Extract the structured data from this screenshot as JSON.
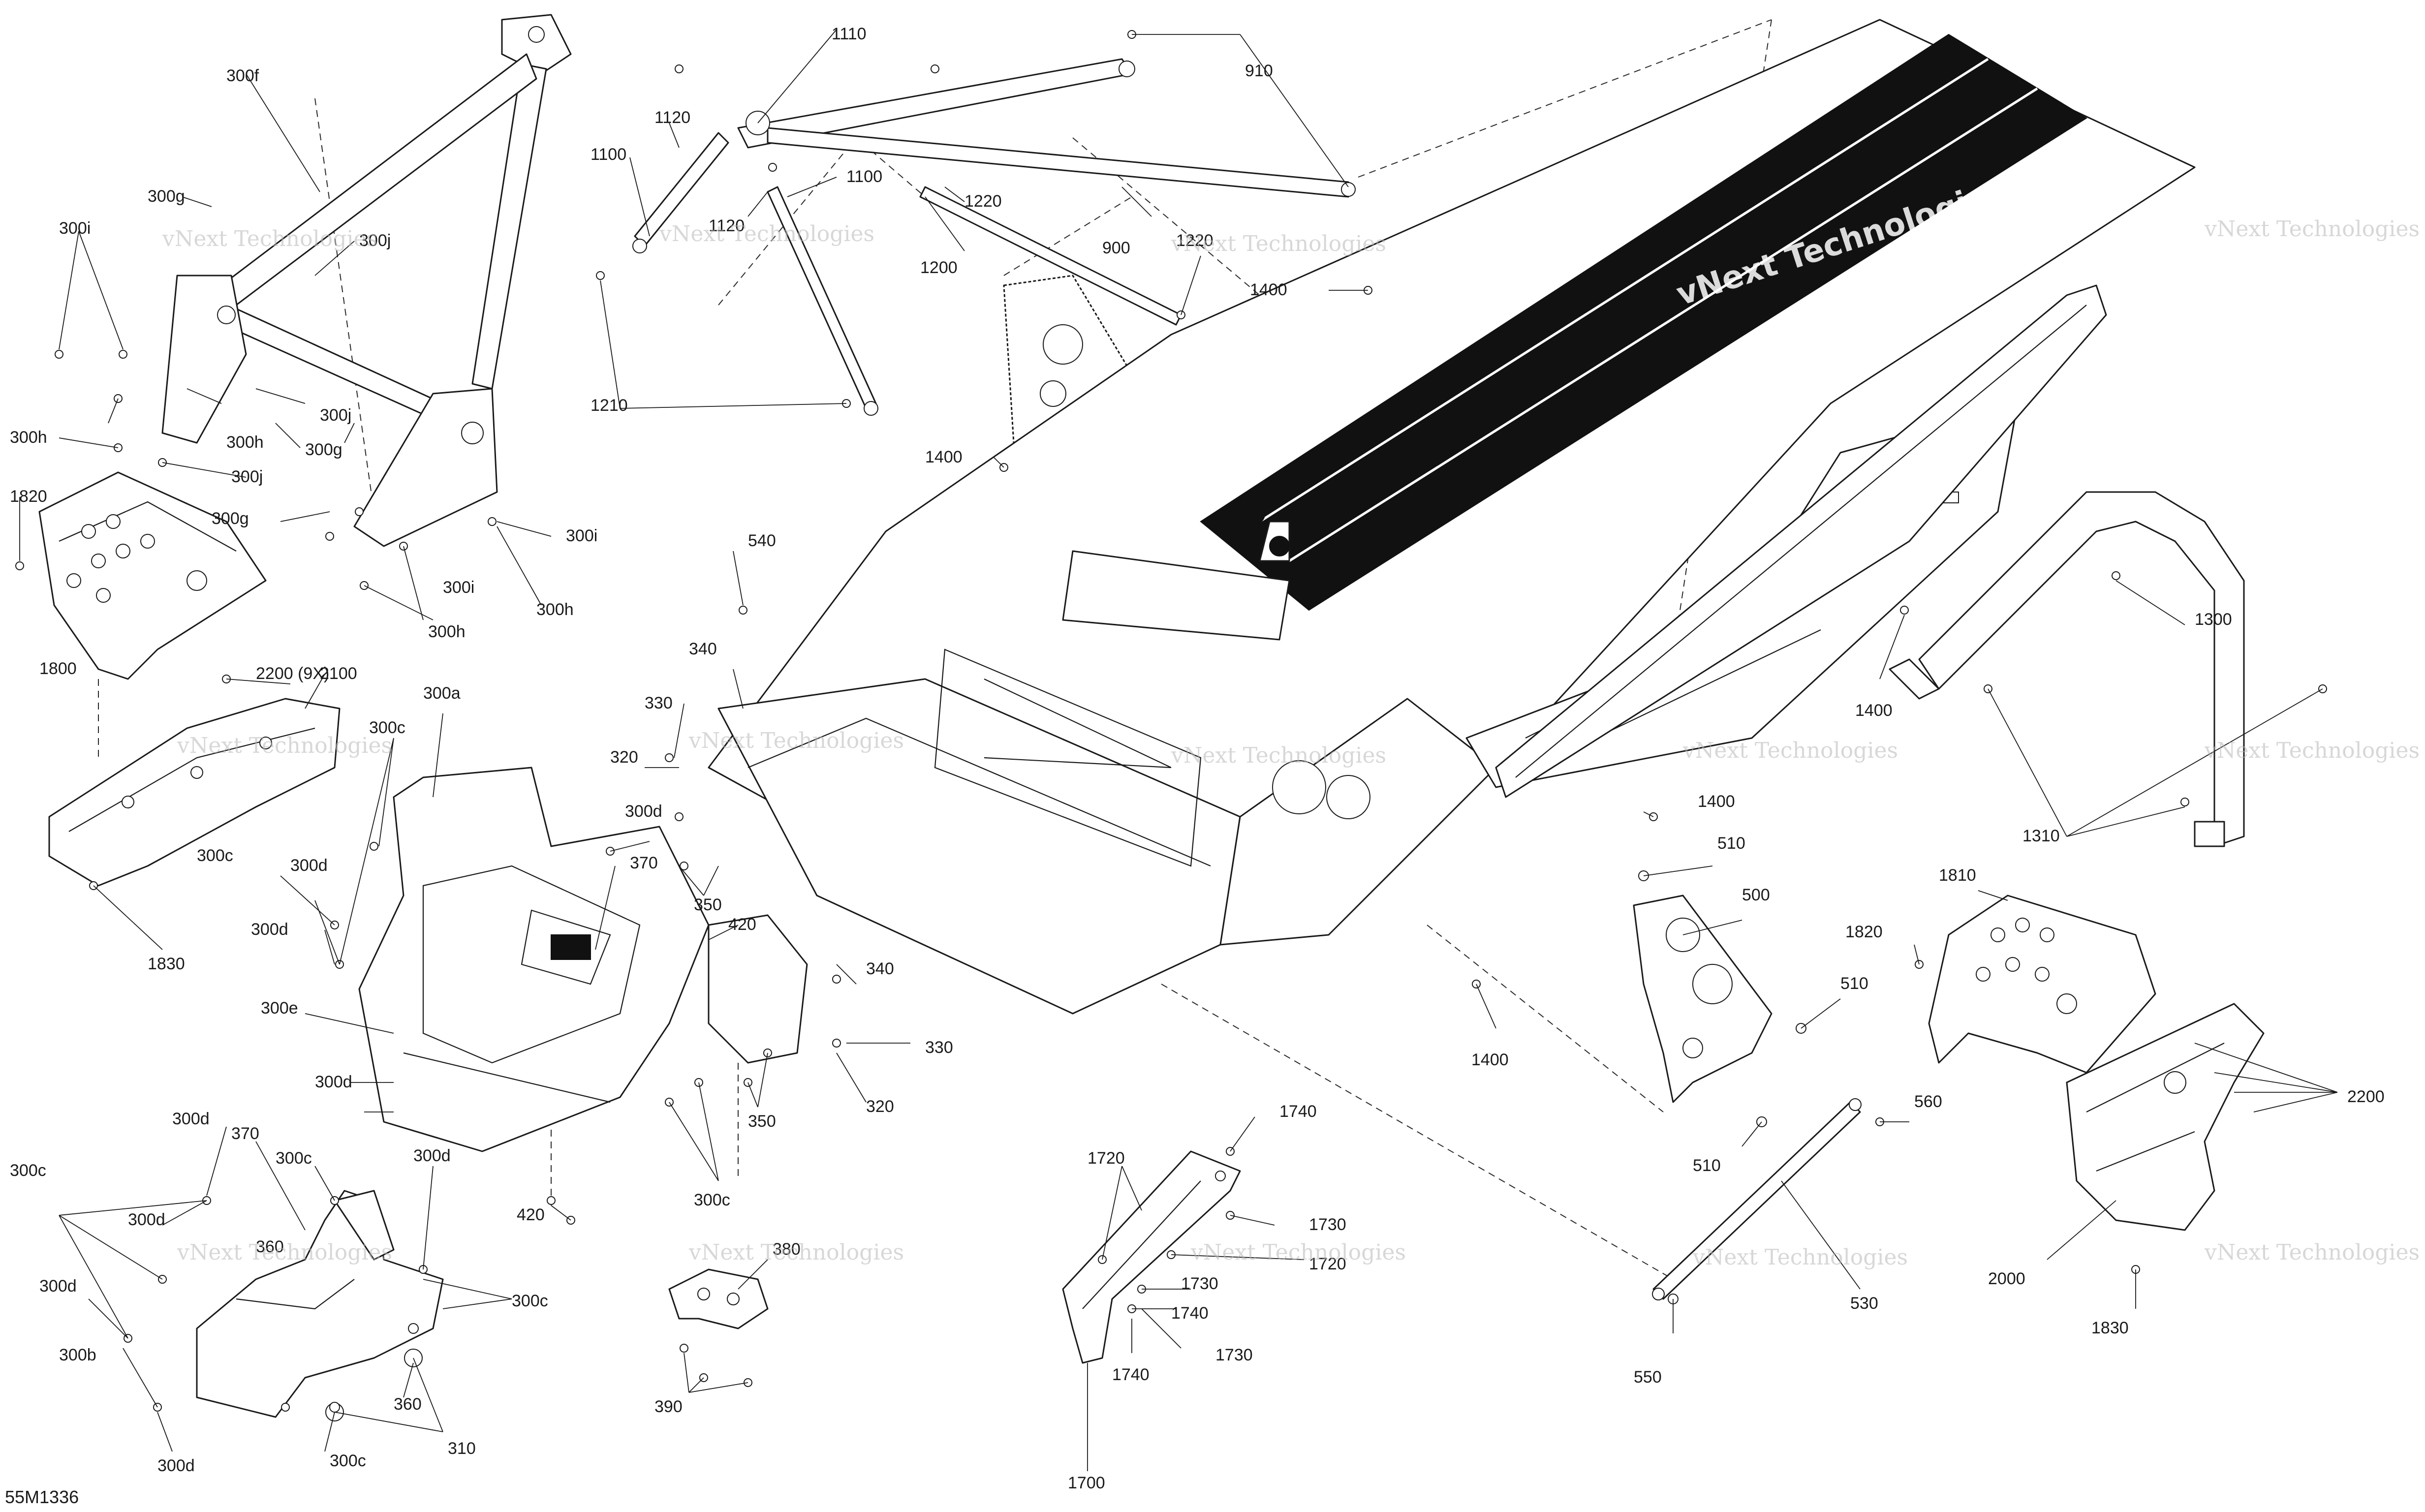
{
  "diagram_code": "55M1336",
  "watermark": {
    "label": "vNext Technologies"
  },
  "callouts": [
    {
      "id": "300f",
      "text": "300f"
    },
    {
      "id": "300g_a",
      "text": "300g"
    },
    {
      "id": "300i_a",
      "text": "300i"
    },
    {
      "id": "300j_a",
      "text": "300j"
    },
    {
      "id": "300h_a",
      "text": "300h"
    },
    {
      "id": "300h_b",
      "text": "300h"
    },
    {
      "id": "300j_b",
      "text": "300j"
    },
    {
      "id": "300g_b",
      "text": "300g"
    },
    {
      "id": "300j_c",
      "text": "300j"
    },
    {
      "id": "300g_c",
      "text": "300g"
    },
    {
      "id": "300i_b",
      "text": "300i"
    },
    {
      "id": "300i_c",
      "text": "300i"
    },
    {
      "id": "300h_c",
      "text": "300h"
    },
    {
      "id": "300h_d",
      "text": "300h"
    },
    {
      "id": "1820_a",
      "text": "1820"
    },
    {
      "id": "1800",
      "text": "1800"
    },
    {
      "id": "2200_9x",
      "text": "2200 (9X)"
    },
    {
      "id": "2100",
      "text": "2100"
    },
    {
      "id": "1830_a",
      "text": "1830"
    },
    {
      "id": "300a",
      "text": "300a"
    },
    {
      "id": "300c_a",
      "text": "300c"
    },
    {
      "id": "300c_b",
      "text": "300c"
    },
    {
      "id": "300d_a",
      "text": "300d"
    },
    {
      "id": "300d_b",
      "text": "300d"
    },
    {
      "id": "300e",
      "text": "300e"
    },
    {
      "id": "300d_c",
      "text": "300d"
    },
    {
      "id": "300d_d",
      "text": "300d"
    },
    {
      "id": "370_a",
      "text": "370"
    },
    {
      "id": "350_a",
      "text": "350"
    },
    {
      "id": "420_a",
      "text": "420"
    },
    {
      "id": "340_a",
      "text": "340"
    },
    {
      "id": "330_a",
      "text": "330"
    },
    {
      "id": "320_a",
      "text": "320"
    },
    {
      "id": "340_b",
      "text": "340"
    },
    {
      "id": "330_b",
      "text": "330"
    },
    {
      "id": "320_b",
      "text": "320"
    },
    {
      "id": "350_b",
      "text": "350"
    },
    {
      "id": "300c_c",
      "text": "300c"
    },
    {
      "id": "420_b",
      "text": "420"
    },
    {
      "id": "540",
      "text": "540"
    },
    {
      "id": "1110",
      "text": "1110"
    },
    {
      "id": "1120_a",
      "text": "1120"
    },
    {
      "id": "1100_a",
      "text": "1100"
    },
    {
      "id": "1120_b",
      "text": "1120"
    },
    {
      "id": "1100_b",
      "text": "1100"
    },
    {
      "id": "1220_a",
      "text": "1220"
    },
    {
      "id": "1200",
      "text": "1200"
    },
    {
      "id": "1220_b",
      "text": "1220"
    },
    {
      "id": "1210",
      "text": "1210"
    },
    {
      "id": "910",
      "text": "910"
    },
    {
      "id": "900",
      "text": "900"
    },
    {
      "id": "1400_a",
      "text": "1400"
    },
    {
      "id": "1400_b",
      "text": "1400"
    },
    {
      "id": "1400_c",
      "text": "1400"
    },
    {
      "id": "1400_d",
      "text": "1400"
    },
    {
      "id": "1400_e",
      "text": "1400"
    },
    {
      "id": "1300",
      "text": "1300"
    },
    {
      "id": "1310",
      "text": "1310"
    },
    {
      "id": "510_a",
      "text": "510"
    },
    {
      "id": "500",
      "text": "500"
    },
    {
      "id": "510_b",
      "text": "510"
    },
    {
      "id": "510_c",
      "text": "510"
    },
    {
      "id": "560",
      "text": "560"
    },
    {
      "id": "530",
      "text": "530"
    },
    {
      "id": "550",
      "text": "550"
    },
    {
      "id": "1810",
      "text": "1810"
    },
    {
      "id": "1820_b",
      "text": "1820"
    },
    {
      "id": "2200",
      "text": "2200"
    },
    {
      "id": "2000",
      "text": "2000"
    },
    {
      "id": "1830_b",
      "text": "1830"
    },
    {
      "id": "1740_a",
      "text": "1740"
    },
    {
      "id": "1720_a",
      "text": "1720"
    },
    {
      "id": "1730_a",
      "text": "1730"
    },
    {
      "id": "1720_b",
      "text": "1720"
    },
    {
      "id": "1730_b",
      "text": "1730"
    },
    {
      "id": "1740_b",
      "text": "1740"
    },
    {
      "id": "1740_c",
      "text": "1740"
    },
    {
      "id": "1730_c",
      "text": "1730"
    },
    {
      "id": "1700",
      "text": "1700"
    },
    {
      "id": "300d_e",
      "text": "300d"
    },
    {
      "id": "370_b",
      "text": "370"
    },
    {
      "id": "300c_d",
      "text": "300c"
    },
    {
      "id": "300d_f",
      "text": "300d"
    },
    {
      "id": "300c_e",
      "text": "300c"
    },
    {
      "id": "300d_g",
      "text": "300d"
    },
    {
      "id": "360_a",
      "text": "360"
    },
    {
      "id": "300d_h",
      "text": "300d"
    },
    {
      "id": "300c_f",
      "text": "300c"
    },
    {
      "id": "300b",
      "text": "300b"
    },
    {
      "id": "300d_i",
      "text": "300d"
    },
    {
      "id": "300c_g",
      "text": "300c"
    },
    {
      "id": "360_b",
      "text": "360"
    },
    {
      "id": "310",
      "text": "310"
    },
    {
      "id": "380",
      "text": "380"
    },
    {
      "id": "390",
      "text": "390"
    }
  ]
}
